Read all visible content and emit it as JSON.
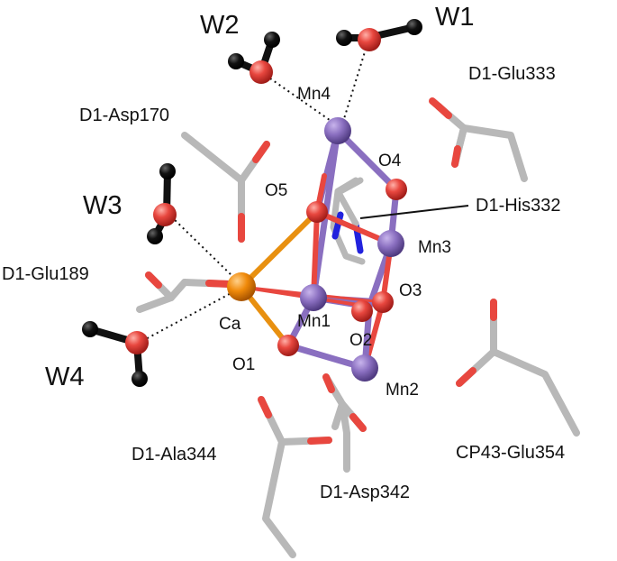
{
  "waters": {
    "w1": "W1",
    "w2": "W2",
    "w3": "W3",
    "w4": "W4"
  },
  "atoms": {
    "mn1": "Mn1",
    "mn2": "Mn2",
    "mn3": "Mn3",
    "mn4": "Mn4",
    "ca": "Ca",
    "o1": "O1",
    "o2": "O2",
    "o3": "O3",
    "o4": "O4",
    "o5": "O5"
  },
  "residues": {
    "glu333": "D1-Glu333",
    "asp170": "D1-Asp170",
    "his332": "D1-His332",
    "glu189": "D1-Glu189",
    "ala344": "D1-Ala344",
    "asp342": "D1-Asp342",
    "glu354": "CP43-Glu354"
  },
  "colors": {
    "manganese": "#8a6fc0",
    "calcium": "#f08a0a",
    "oxygen": "#e8473f",
    "hydrogen": "#000000",
    "carbon": "#b8b8b8",
    "nitrogen": "#2222dd",
    "coordination_bond": "#e89010",
    "h_bond": "#111111"
  }
}
